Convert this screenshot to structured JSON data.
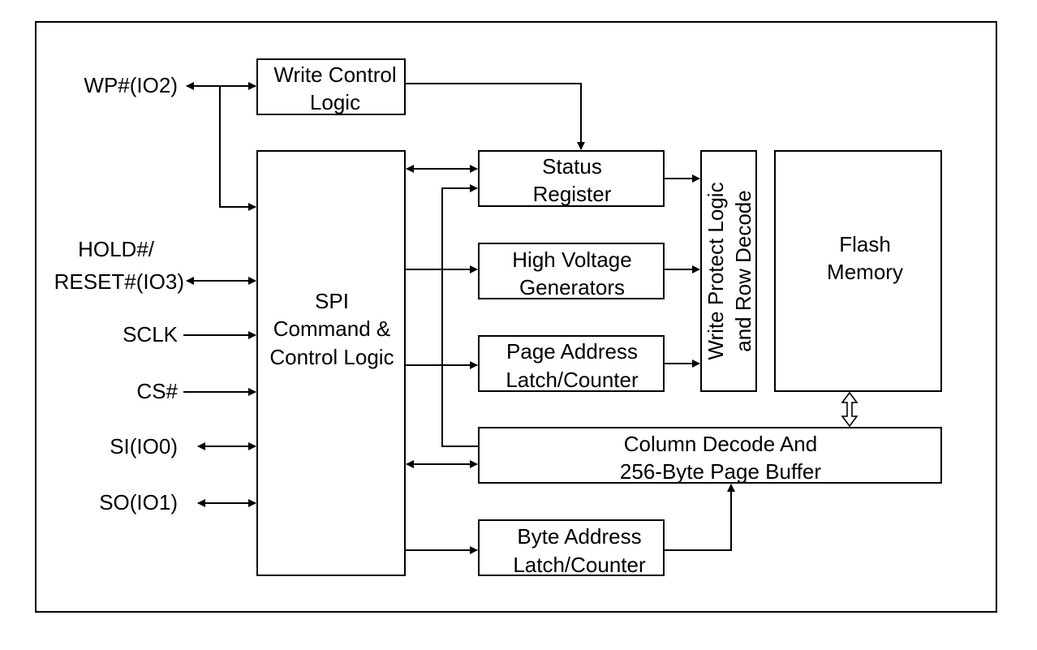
{
  "blocks": {
    "write_control": [
      "Write Control",
      "Logic"
    ],
    "spi": [
      "SPI",
      "Command &",
      "Control Logic"
    ],
    "status": [
      "Status",
      "Register"
    ],
    "hv": [
      "High Voltage",
      "Generators"
    ],
    "page_addr": [
      "Page Address",
      "Latch/Counter"
    ],
    "byte_addr": [
      "Byte Address",
      "Latch/Counter"
    ],
    "column": [
      "Column Decode And",
      "256-Byte Page Buffer"
    ],
    "flash": [
      "Flash",
      "Memory"
    ],
    "write_protect": [
      "Write Protect Logic",
      "and Row Decode"
    ]
  },
  "pins": {
    "wp": "WP#(IO2)",
    "hold": [
      "HOLD#/",
      "RESET#(IO3)"
    ],
    "sclk": "SCLK",
    "cs": "CS#",
    "si": "SI(IO0)",
    "so": "SO(IO1)"
  }
}
